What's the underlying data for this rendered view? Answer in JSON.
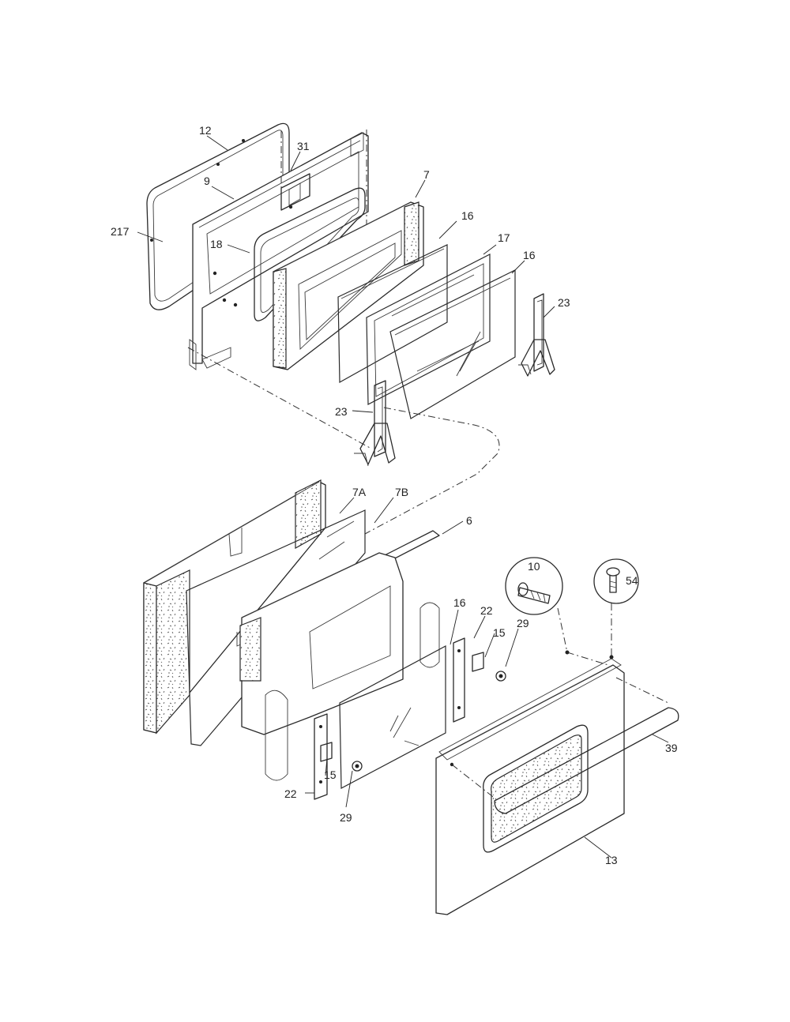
{
  "labels": {
    "p12": "12",
    "p31": "31",
    "p9": "9",
    "p7": "7",
    "p16a": "16",
    "p217": "217",
    "p18": "18",
    "p17": "17",
    "p16b": "16",
    "p23a": "23",
    "p23b": "23",
    "p7A": "7A",
    "p7B": "7B",
    "p6": "6",
    "p10": "10",
    "p54": "54",
    "p16c": "16",
    "p22a": "22",
    "p15a": "15",
    "p29a": "29",
    "p39": "39",
    "p15b": "15",
    "p22b": "22",
    "p29b": "29",
    "p13": "13"
  }
}
